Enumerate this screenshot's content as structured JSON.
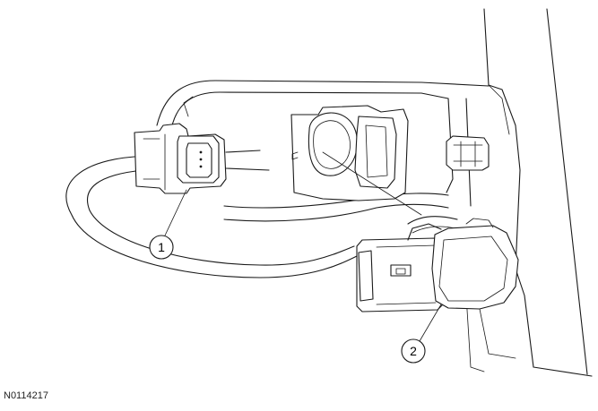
{
  "figure": {
    "id_label": "N0114217",
    "callouts": [
      {
        "number": "1",
        "target": "connector-1"
      },
      {
        "number": "2",
        "target": "connector-2"
      }
    ],
    "line_color": "#1a1a1a",
    "background": "#ffffff"
  }
}
